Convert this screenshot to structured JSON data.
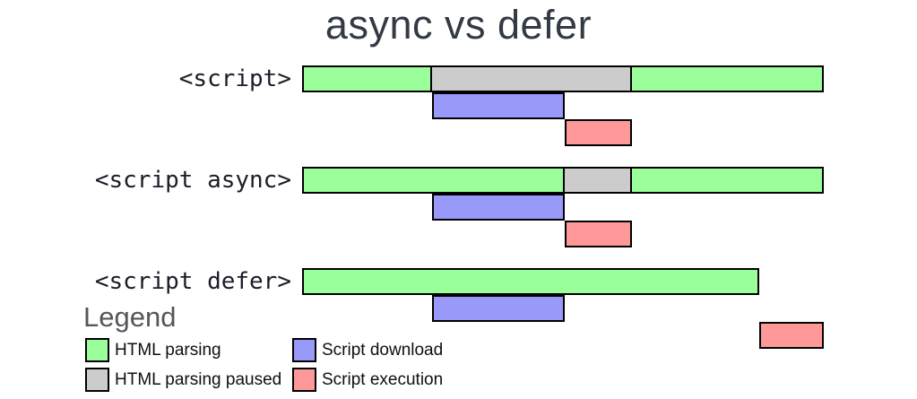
{
  "title": "async vs defer",
  "colors": {
    "html_parsing": "#9aff9a",
    "html_parsing_paused": "#cccccc",
    "script_download": "#9999fa",
    "script_execution": "#ff9999",
    "bar_border": "#000000",
    "title_text": "#323a45",
    "row_label_text": "#1c1c2a",
    "legend_heading_text": "#55565b",
    "legend_item_text": "#0f0f0f"
  },
  "chart_data": {
    "type": "timeline",
    "title": "async vs defer",
    "unit": "px",
    "axis_range": [
      337,
      919
    ],
    "rows": [
      {
        "label": "<script>",
        "main_track": [
          {
            "kind": "html_parsing",
            "start": 337,
            "end": 482
          },
          {
            "kind": "html_parsing_paused",
            "start": 482,
            "end": 705
          },
          {
            "kind": "html_parsing",
            "start": 705,
            "end": 919
          }
        ],
        "download_track": [
          {
            "kind": "script_download",
            "start": 482,
            "end": 630
          }
        ],
        "execution_track": [
          {
            "kind": "script_execution",
            "start": 630,
            "end": 705
          }
        ]
      },
      {
        "label": "<script async>",
        "main_track": [
          {
            "kind": "html_parsing",
            "start": 337,
            "end": 630
          },
          {
            "kind": "html_parsing_paused",
            "start": 630,
            "end": 705
          },
          {
            "kind": "html_parsing",
            "start": 705,
            "end": 919
          }
        ],
        "download_track": [
          {
            "kind": "script_download",
            "start": 482,
            "end": 630
          }
        ],
        "execution_track": [
          {
            "kind": "script_execution",
            "start": 630,
            "end": 705
          }
        ]
      },
      {
        "label": "<script defer>",
        "main_track": [
          {
            "kind": "html_parsing",
            "start": 337,
            "end": 847
          }
        ],
        "download_track": [
          {
            "kind": "script_download",
            "start": 482,
            "end": 630
          }
        ],
        "execution_track": [
          {
            "kind": "script_execution",
            "start": 847,
            "end": 919
          }
        ]
      }
    ]
  },
  "legend": {
    "heading": "Legend",
    "items": [
      {
        "kind": "html_parsing",
        "label": "HTML parsing"
      },
      {
        "kind": "html_parsing_paused",
        "label": "HTML parsing paused"
      },
      {
        "kind": "script_download",
        "label": "Script download"
      },
      {
        "kind": "script_execution",
        "label": "Script execution"
      }
    ]
  }
}
